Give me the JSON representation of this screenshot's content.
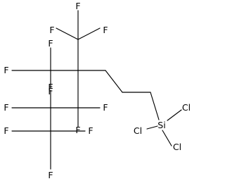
{
  "colors": {
    "bond": "#000000",
    "label": "#000000",
    "background": "#ffffff"
  },
  "atoms": [
    {
      "id": "F1",
      "label": "F"
    },
    {
      "id": "F2",
      "label": "F"
    },
    {
      "id": "F3",
      "label": "F"
    },
    {
      "id": "F4",
      "label": "F"
    },
    {
      "id": "F5",
      "label": "F"
    },
    {
      "id": "F6",
      "label": "F"
    },
    {
      "id": "F7",
      "label": "F"
    },
    {
      "id": "F8",
      "label": "F"
    },
    {
      "id": "F9",
      "label": "F"
    },
    {
      "id": "F10",
      "label": "F"
    },
    {
      "id": "F11",
      "label": "F"
    },
    {
      "id": "F12",
      "label": "F"
    },
    {
      "id": "F13",
      "label": "F"
    },
    {
      "id": "Si",
      "label": "Si"
    },
    {
      "id": "Cl1",
      "label": "Cl"
    },
    {
      "id": "Cl2",
      "label": "Cl"
    },
    {
      "id": "Cl3",
      "label": "Cl"
    }
  ]
}
